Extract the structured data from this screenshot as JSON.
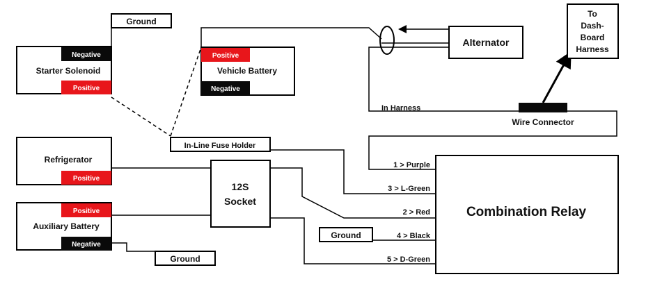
{
  "colors": {
    "positive": "#e8161b",
    "negative": "#0a0a0a",
    "line": "#000000"
  },
  "components": {
    "starter_solenoid": {
      "label": "Starter Solenoid",
      "negative": "Negative",
      "positive": "Positive",
      "ground": "Ground"
    },
    "vehicle_battery": {
      "label": "Vehicle Battery",
      "positive": "Positive",
      "negative": "Negative"
    },
    "alternator": {
      "label": "Alternator"
    },
    "dashboard": {
      "line1": "To",
      "line2": "Dash-",
      "line3": "Board",
      "line4": "Harness"
    },
    "in_harness": "In Harness",
    "wire_connector": "Wire Connector",
    "fuse_holder": "In-Line Fuse Holder",
    "refrigerator": {
      "label": "Refrigerator",
      "positive": "Positive"
    },
    "auxiliary_battery": {
      "label": "Auxiliary Battery",
      "positive": "Positive",
      "negative": "Negative",
      "ground": "Ground"
    },
    "socket": {
      "line1": "12S",
      "line2": "Socket"
    },
    "relay": {
      "label": "Combination Relay",
      "ground": "Ground"
    }
  },
  "wires": {
    "purple": "1 > Purple",
    "lgreen": "3 > L-Green",
    "red": "2 > Red",
    "black": "4 > Black",
    "dgreen": "5 > D-Green"
  }
}
